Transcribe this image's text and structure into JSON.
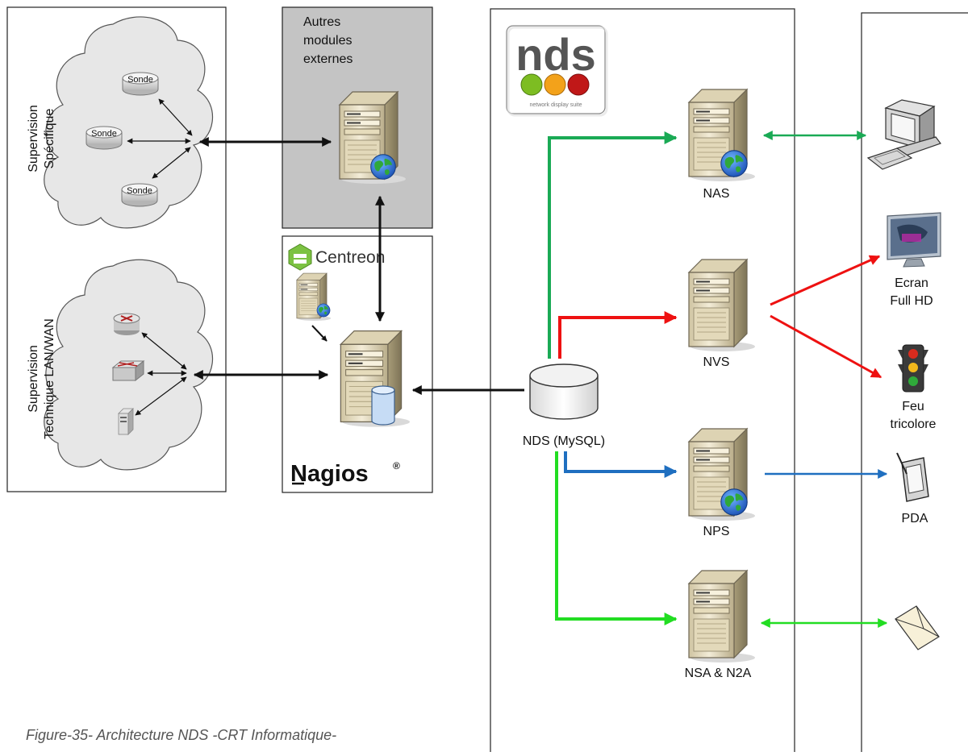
{
  "colors": {
    "green": "#1aaa55",
    "lime": "#22dd22",
    "red": "#ee1111",
    "blue": "#1f6fc0",
    "black": "#111111",
    "gray_panel": "#c4c4c4",
    "server_body": "#ece3c8",
    "cloud_fill": "#e7e7e7"
  },
  "left_panel": {
    "specific_label": [
      "Supervision",
      "Spécifique"
    ],
    "technique_label": [
      "Supervision",
      "Technique LAN/WAN"
    ],
    "sonde_label": "Sonde"
  },
  "external_modules": {
    "lines": [
      "Autres",
      "modules",
      "externes"
    ]
  },
  "centreon": {
    "logo_text": "Centreon"
  },
  "nagios": {
    "logo_text": "Nagios",
    "trademark": "®"
  },
  "nds_logo": {
    "text": "nds",
    "tagline": "network display suite"
  },
  "nds_db": {
    "label": "NDS (MySQL)"
  },
  "servers": {
    "nas": "NAS",
    "nvs": "NVS",
    "nps": "NPS",
    "nsa": "NSA & N2A"
  },
  "devices": {
    "screen": [
      "Ecran",
      "Full HD"
    ],
    "traffic_light": [
      "Feu",
      "tricolore"
    ],
    "pda": "PDA"
  },
  "caption": "Figure-35- Architecture NDS -CRT Informatique-"
}
